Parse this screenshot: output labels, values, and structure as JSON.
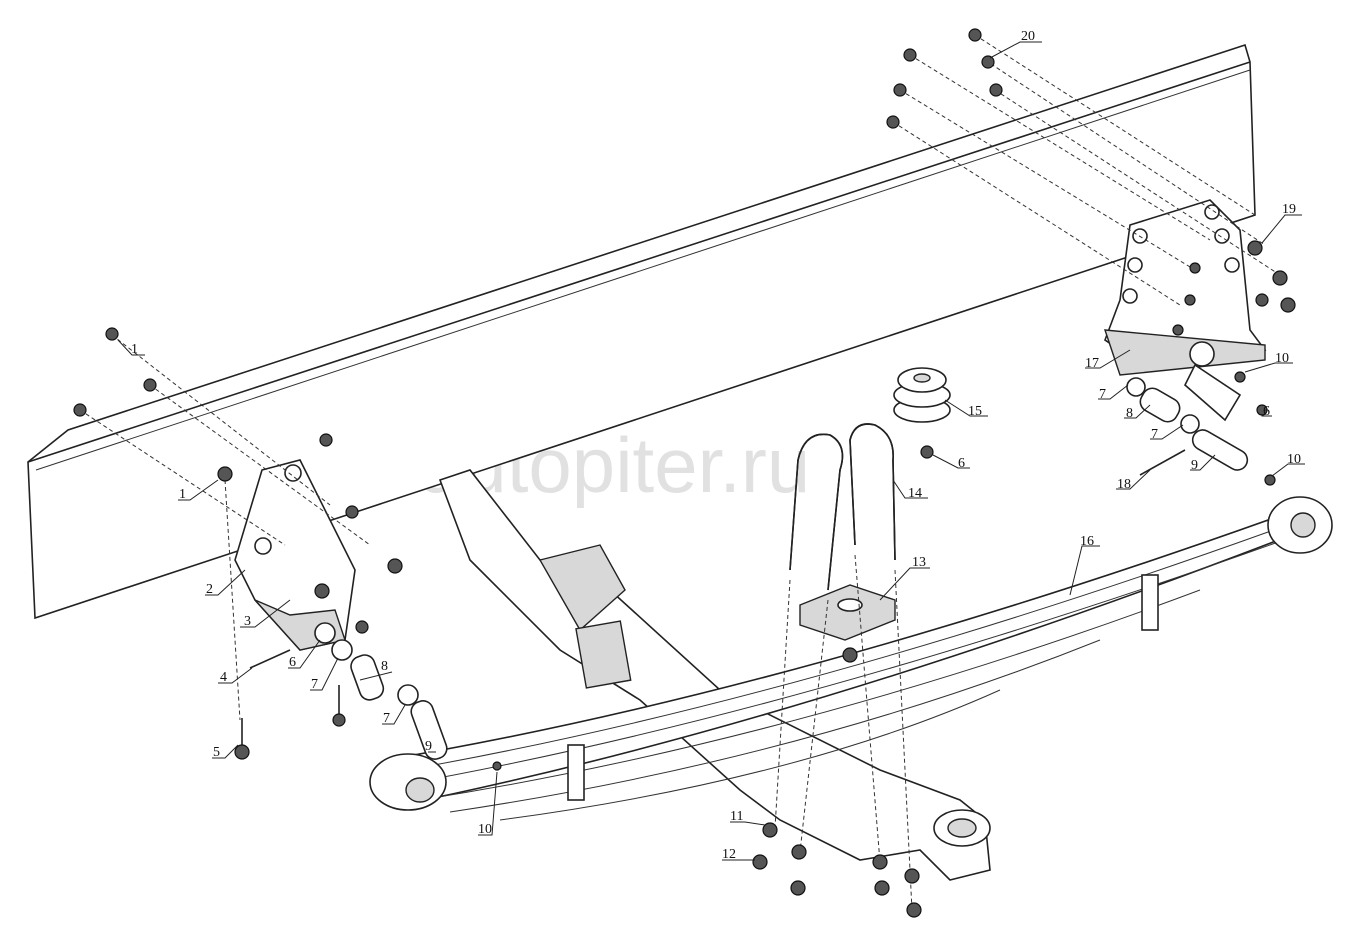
{
  "watermark": "autopiter.ru",
  "callouts": {
    "c1a": "1",
    "c1b": "1",
    "c2": "2",
    "c3": "3",
    "c4": "4",
    "c5": "5",
    "c6a": "6",
    "c7a": "7",
    "c8a": "8",
    "c7b": "7",
    "c9a": "9",
    "c10a": "10",
    "c11": "11",
    "c12": "12",
    "c13": "13",
    "c14": "14",
    "c15": "15",
    "c6b": "6",
    "c16": "16",
    "c17": "17",
    "c7c": "7",
    "c8b": "8",
    "c7d": "7",
    "c9b": "9",
    "c18": "18",
    "c10b": "10",
    "c6c": "6",
    "c10c": "10",
    "c19": "19",
    "c20": "20"
  }
}
